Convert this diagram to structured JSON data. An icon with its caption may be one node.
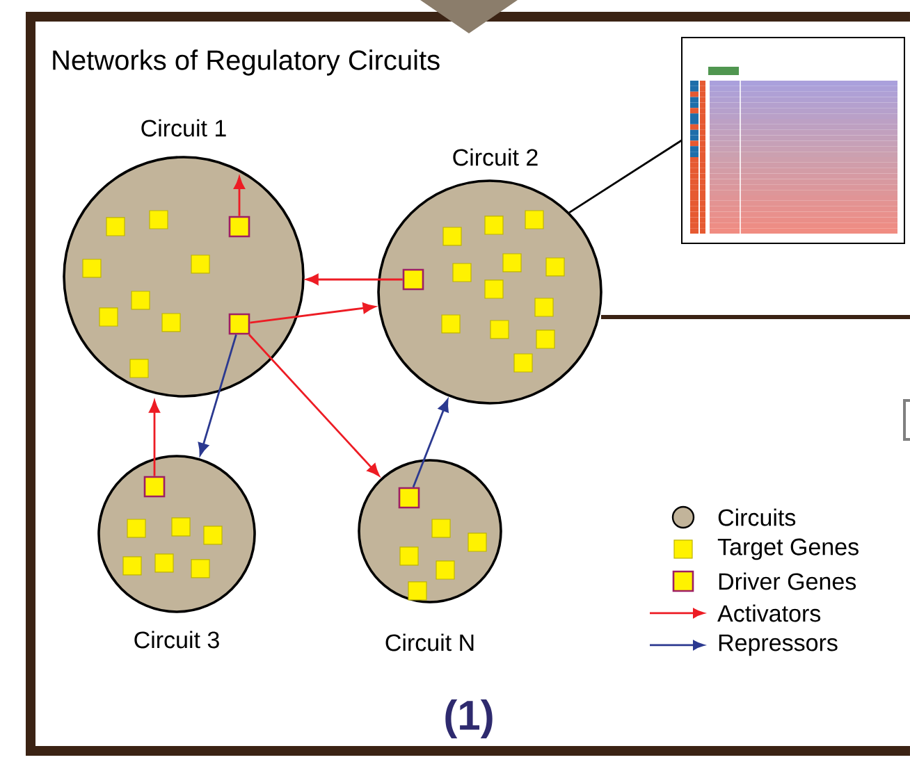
{
  "diagram": {
    "title": "Networks of Regulatory Circuits",
    "nodes": [
      {
        "text": [
          "Circuit 1"
        ]
      },
      {
        "text": [],
        "shape": "box",
        "in": 0
      },
      {
        "text": [],
        "shape": "box",
        "in": 0
      },
      {
        "text": [
          "Circuit 2"
        ]
      },
      {
        "text": [],
        "shape": "box",
        "in": 3
      },
      {
        "text": [],
        "shape": "picture"
      },
      {
        "text": [
          "Circuit 3"
        ]
      },
      {
        "text": [],
        "shape": "box",
        "in": 6
      },
      {
        "text": [
          "Circuit N"
        ]
      },
      {
        "text": [],
        "shape": "box",
        "in": 8
      }
    ],
    "edges": [
      {
        "from": 1,
        "to": null,
        "arrow": "to"
      },
      {
        "from": 4,
        "to": 0,
        "arrow": "to"
      },
      {
        "from": 2,
        "to": 3,
        "arrow": "to"
      },
      {
        "from": 2,
        "to": 6,
        "arrow": "to",
        "color": "#2b3990"
      },
      {
        "from": 2,
        "to": 8,
        "arrow": "to"
      },
      {
        "from": 7,
        "to": 0,
        "arrow": "to"
      },
      {
        "from": 9,
        "to": 3,
        "arrow": "to",
        "color": "#2b3990"
      },
      {
        "from": 3,
        "to": 5,
        "arrow": "none",
        "color": "#000000"
      }
    ],
    "labels": [
      "(1)"
    ],
    "legend": [
      {
        "text": "Circuits",
        "color": "#c2b49a"
      },
      {
        "text": "Target Genes",
        "color": "#fff200"
      },
      {
        "text": "Driver Genes"
      },
      {
        "text": "Activators"
      },
      {
        "text": "Repressors"
      }
    ]
  }
}
